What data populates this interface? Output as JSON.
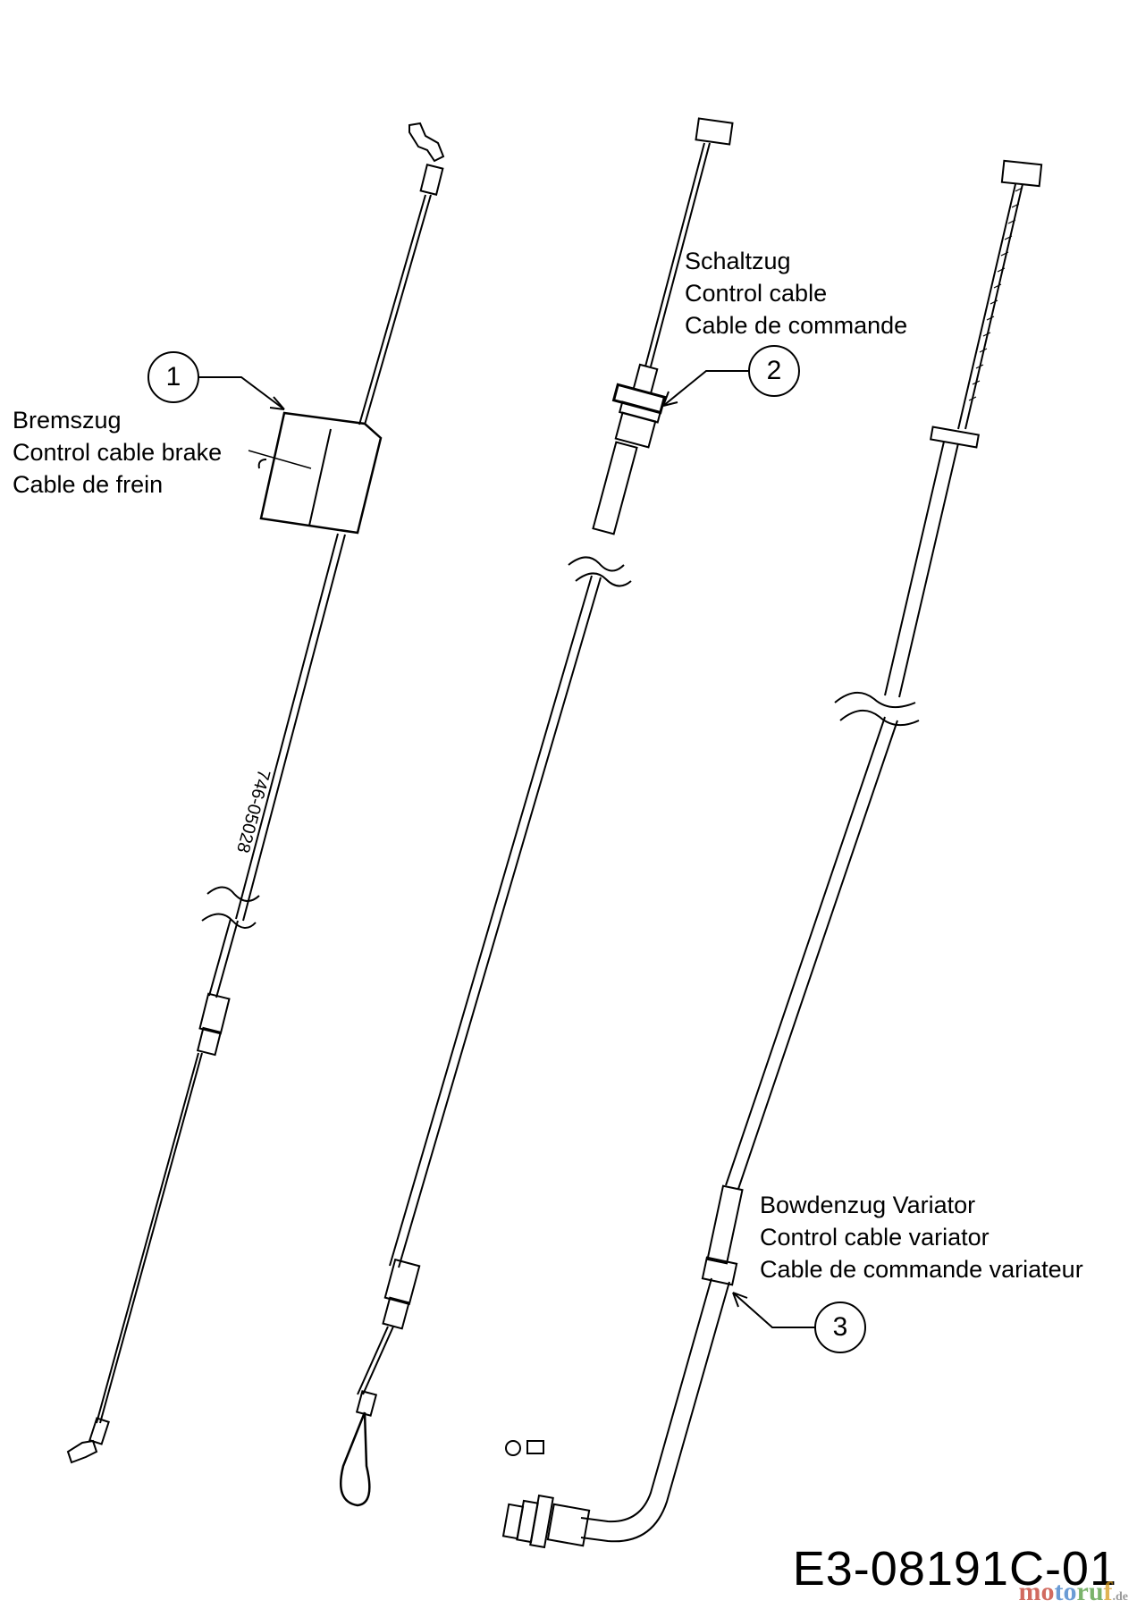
{
  "figure_code": "E3-08191C-01",
  "watermark": {
    "part1": "mo",
    "part2": "to",
    "part3": "ru",
    "part4": "f",
    "tld": ".de"
  },
  "cables": [
    {
      "number": "1",
      "name_de": "Bremszug",
      "name_en": "Control cable brake",
      "name_fr": "Cable de frein",
      "part_number": "746-05028"
    },
    {
      "number": "2",
      "name_de": "Schaltzug",
      "name_en": "Control cable",
      "name_fr": "Cable de commande"
    },
    {
      "number": "3",
      "name_de": "Bowdenzug Variator",
      "name_en": "Control cable variator",
      "name_fr": "Cable de commande variateur"
    }
  ]
}
